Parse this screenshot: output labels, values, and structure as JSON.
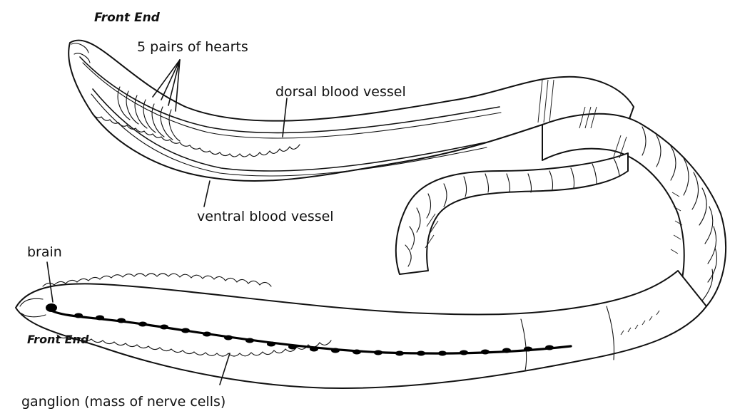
{
  "labels": {
    "front_end_top": "Front End",
    "hearts": "5 pairs of hearts",
    "dorsal": "dorsal blood vessel",
    "ventral": "ventral blood vessel",
    "brain": "brain",
    "front_end_bottom": "Front End",
    "ganglion": "ganglion (mass of nerve cells)"
  }
}
